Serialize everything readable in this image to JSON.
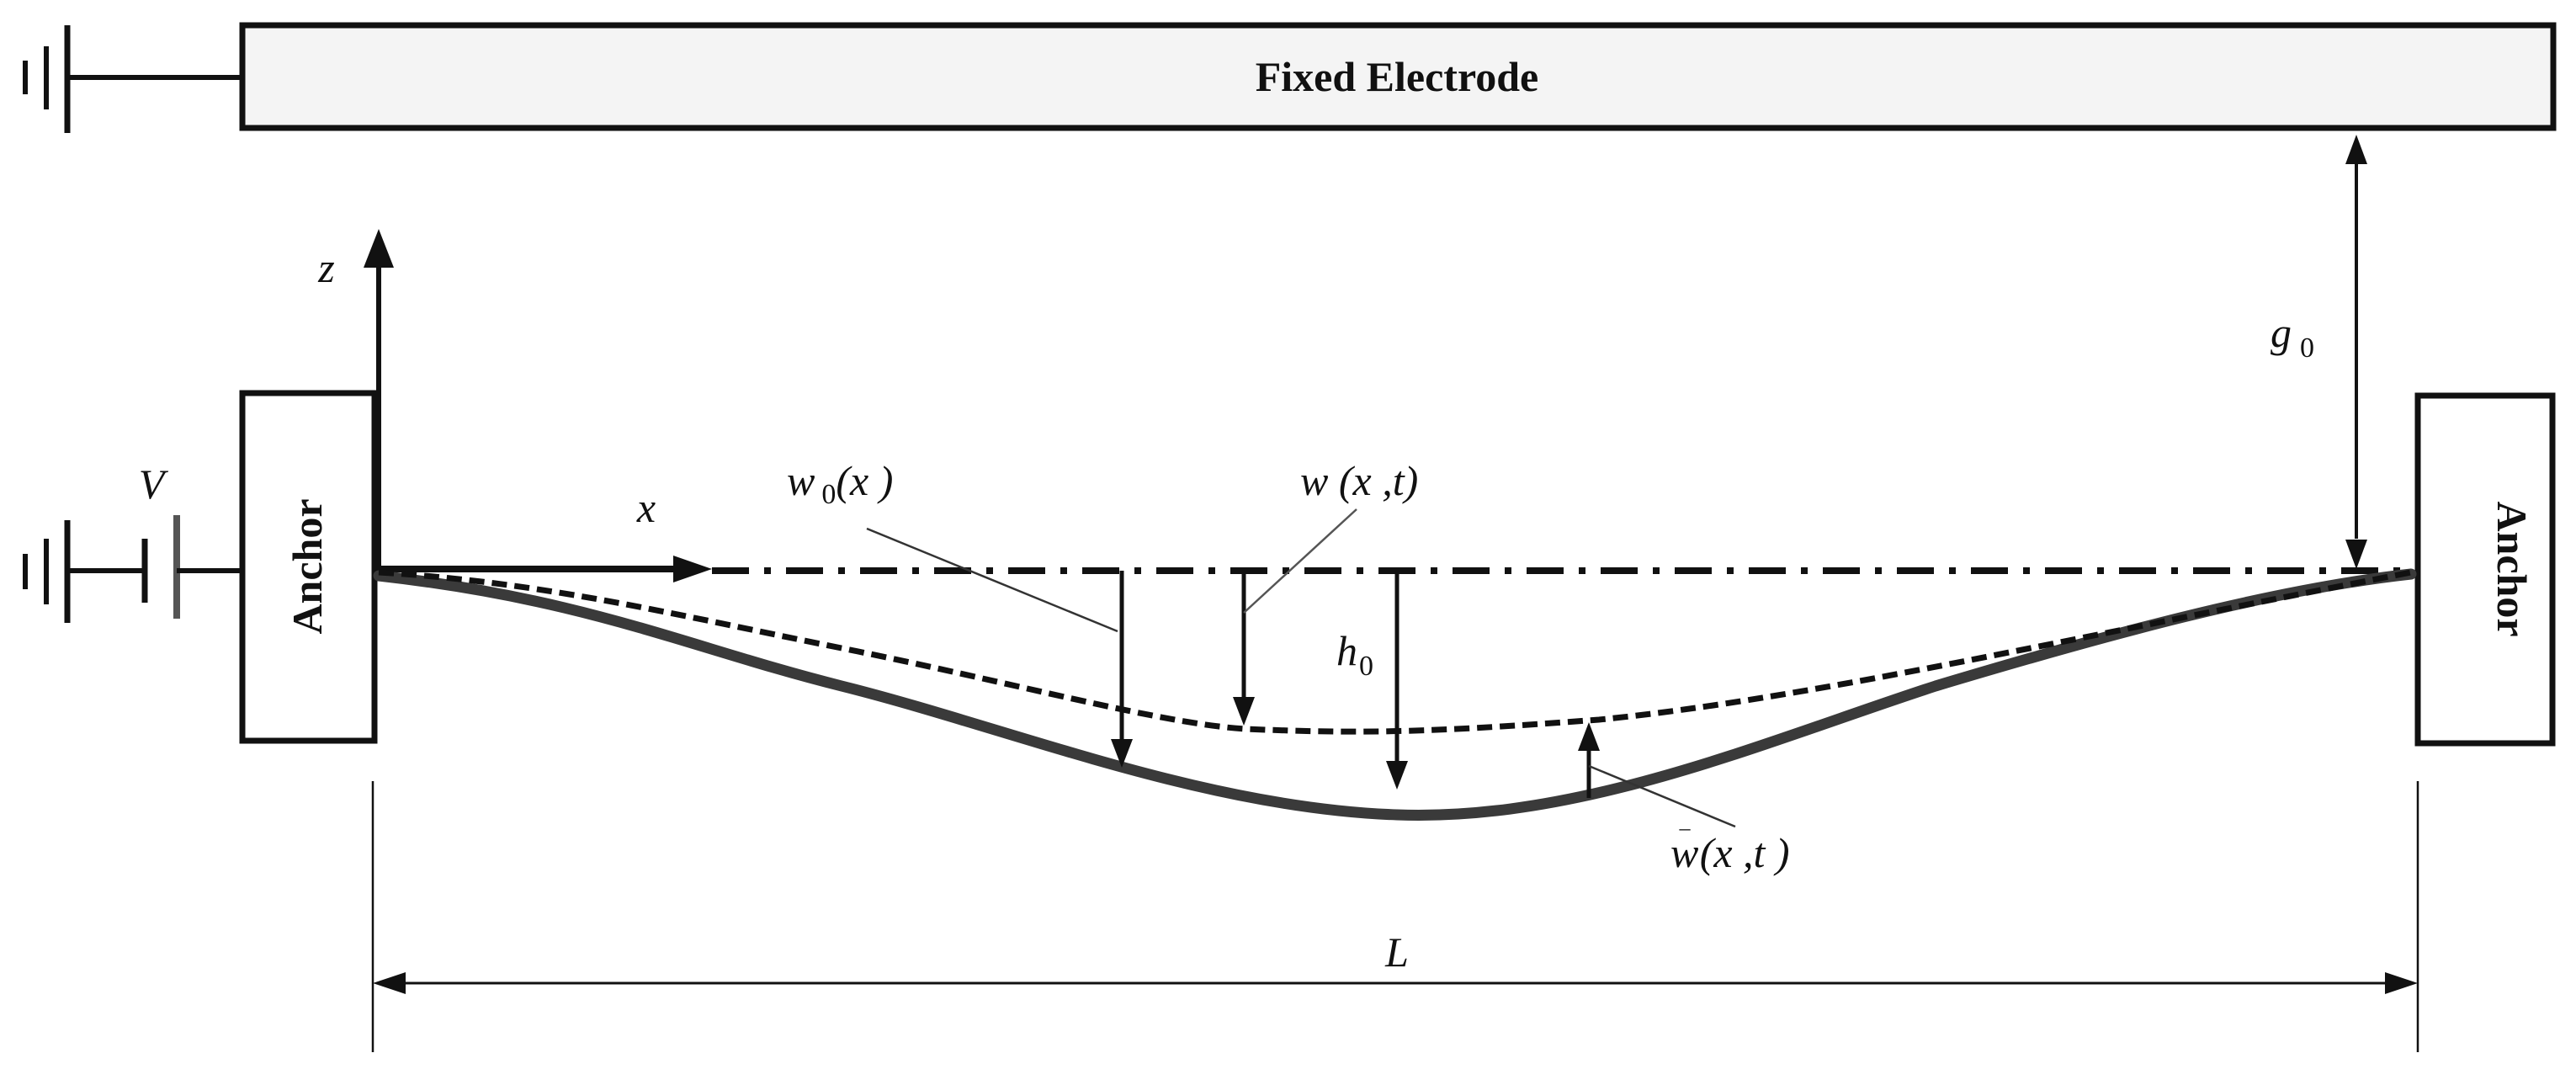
{
  "labels": {
    "fixed_electrode": "Fixed Electrode",
    "anchor_left": "Anchor",
    "anchor_right": "Anchor",
    "voltage": "V",
    "axis_z": "z",
    "axis_x": "x",
    "gap_g": "g",
    "gap_sub": "0",
    "initial_w": "w",
    "initial_sub": "0",
    "initial_args": "(x )",
    "total_disp": "w (x ,t)",
    "h": "h",
    "h_sub": "0",
    "rel_w": "w",
    "rel_bar": "‾",
    "rel_args": "(x ,t )",
    "length": "L"
  },
  "colors": {
    "ink": "#111111",
    "beam": "#3a3a3a",
    "electrode_fill": "#f4f4f4"
  }
}
